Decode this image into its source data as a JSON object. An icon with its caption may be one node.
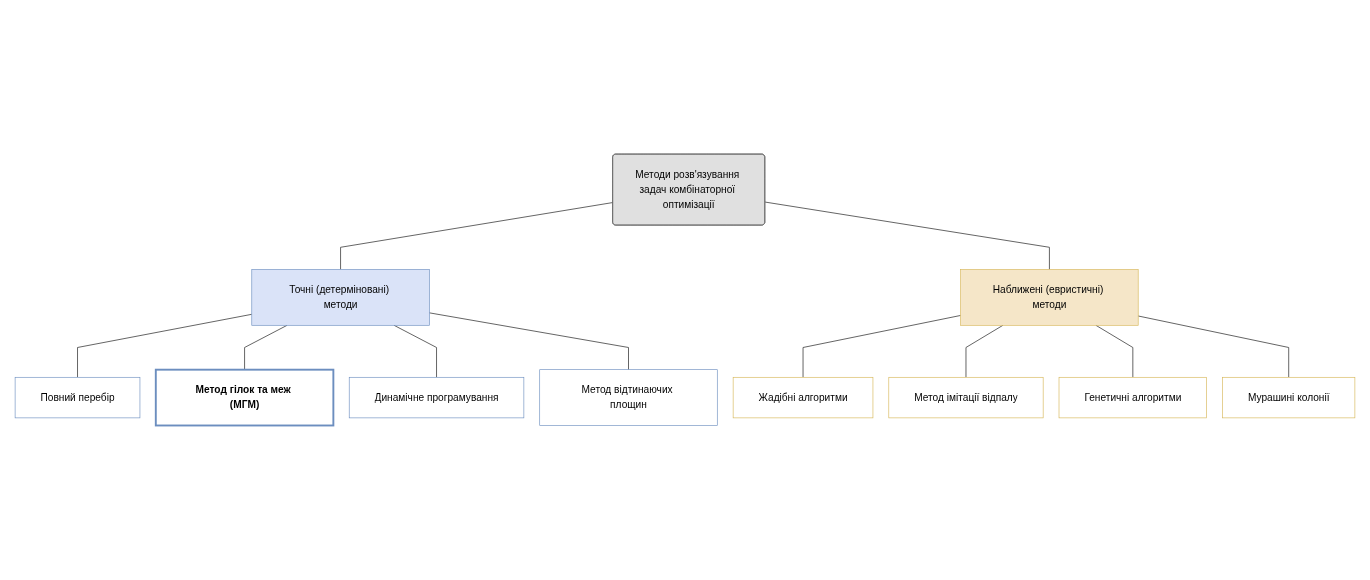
{
  "diagram": {
    "nodes": [
      {
        "text": [
          "Методи розв'язування задач комбінаторної оптимізації"
        ]
      },
      {
        "text": [
          "Точні (детерміновані) методи"
        ]
      },
      {
        "text": [
          "Наближені (евристичні) методи"
        ]
      },
      {
        "text": [
          "Повний перебір"
        ]
      },
      {
        "text": [
          "Метод гілок та меж (МГМ)"
        ]
      },
      {
        "text": [
          "Динамічне програмування"
        ]
      },
      {
        "text": [
          "Метод відтинаючих площин"
        ]
      },
      {
        "text": [
          "Жадібні алгоритми"
        ]
      },
      {
        "text": [
          "Метод імітації відпалу"
        ]
      },
      {
        "text": [
          "Генетичні алгоритми"
        ]
      },
      {
        "text": [
          "Мурашині колонії"
        ]
      }
    ],
    "edges": [
      {
        "from": 0,
        "to": 1,
        "arrow": "none"
      },
      {
        "from": 0,
        "to": 2,
        "arrow": "none"
      },
      {
        "from": 1,
        "to": 3,
        "arrow": "none"
      },
      {
        "from": 1,
        "to": 4,
        "arrow": "none"
      },
      {
        "from": 1,
        "to": 5,
        "arrow": "none"
      },
      {
        "from": 1,
        "to": 6,
        "arrow": "none"
      },
      {
        "from": 2,
        "to": 7,
        "arrow": "none"
      },
      {
        "from": 2,
        "to": 8,
        "arrow": "none"
      },
      {
        "from": 2,
        "to": 9,
        "arrow": "none"
      },
      {
        "from": 2,
        "to": 10,
        "arrow": "none"
      }
    ]
  }
}
